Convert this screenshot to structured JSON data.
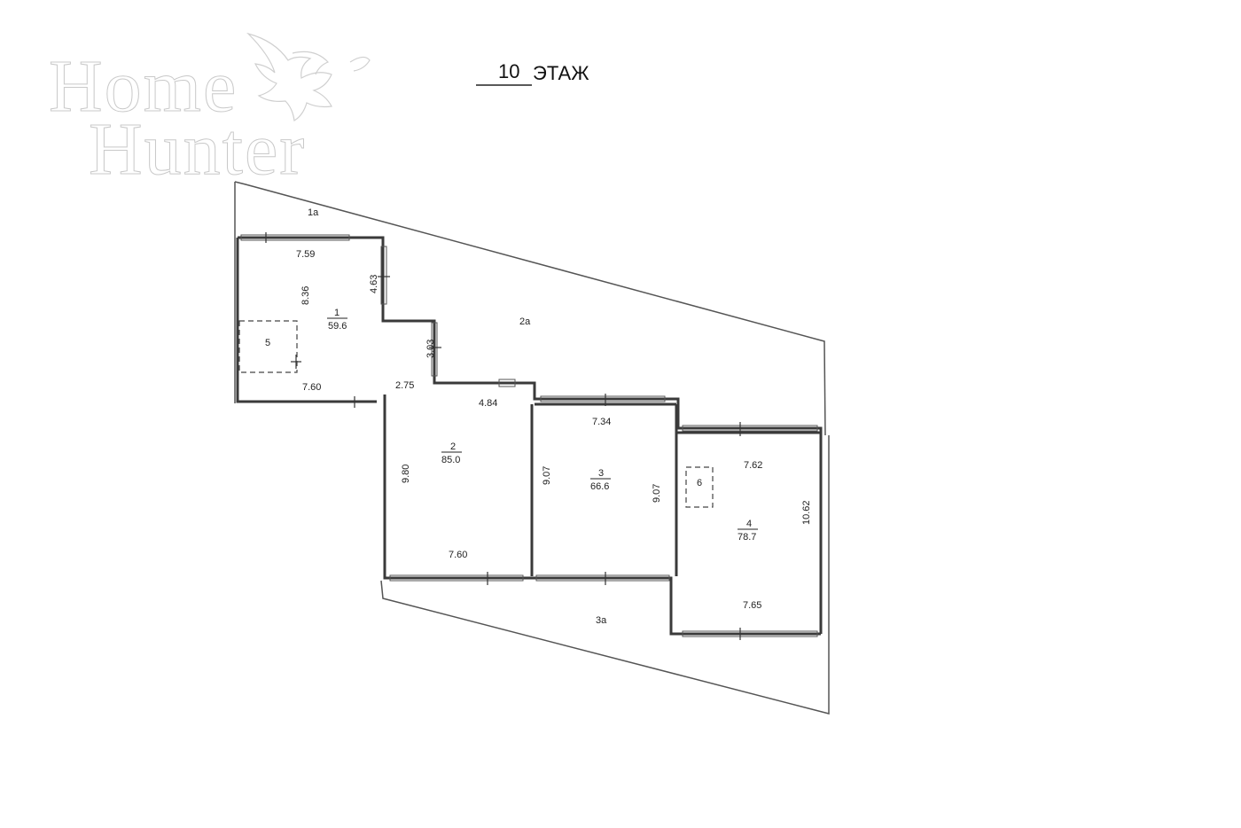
{
  "watermark": {
    "line1": "Home",
    "line2": "Hunter"
  },
  "floor_title": {
    "number": "10",
    "word": "ЭТАЖ"
  },
  "areas": {
    "balcony_1a": "1а",
    "balcony_2a": "2а",
    "balcony_3a": "3а"
  },
  "rooms": {
    "r1": {
      "number": "1",
      "area": "59.6"
    },
    "r2": {
      "number": "2",
      "area": "85.0"
    },
    "r3": {
      "number": "3",
      "area": "66.6"
    },
    "r4": {
      "number": "4",
      "area": "78.7"
    },
    "r5": {
      "number": "5"
    },
    "r6": {
      "number": "6"
    }
  },
  "dimensions": {
    "r1_top": "7.59",
    "r1_left": "8.36",
    "r1_right": "4.63",
    "r1_bottom": "7.60",
    "corridor_step": "3.03",
    "corridor_width": "2.75",
    "r2_top": "4.84",
    "r2_left": "9.80",
    "r2_bottom": "7.60",
    "r3_top": "7.34",
    "r3_left": "9.07",
    "r3_right": "9.07",
    "r4_top": "7.62",
    "r4_right": "10.62",
    "r4_bottom": "7.65"
  }
}
